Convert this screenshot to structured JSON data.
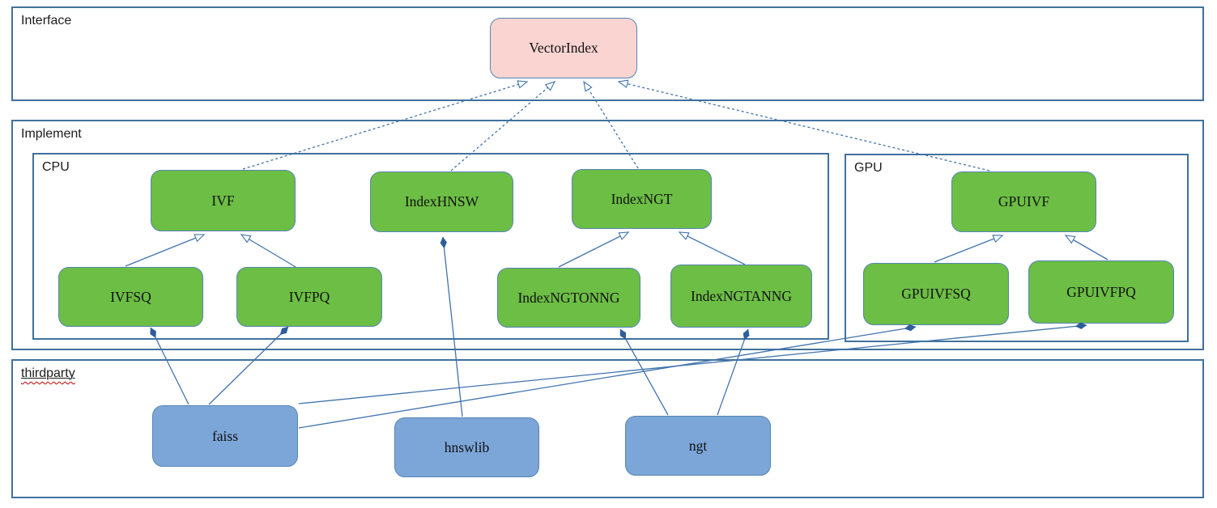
{
  "containers": {
    "interface": {
      "label": "Interface"
    },
    "implement": {
      "label": "Implement"
    },
    "cpu": {
      "label": "CPU"
    },
    "gpu": {
      "label": "GPU"
    },
    "thirdparty": {
      "label": "thirdparty"
    }
  },
  "nodes": {
    "vectorindex": {
      "label": "VectorIndex",
      "container": "interface"
    },
    "ivf": {
      "label": "IVF",
      "container": "cpu"
    },
    "indexhnsw": {
      "label": "IndexHNSW",
      "container": "cpu"
    },
    "indexngt": {
      "label": "IndexNGT",
      "container": "cpu"
    },
    "ivfsq": {
      "label": "IVFSQ",
      "container": "cpu"
    },
    "ivfpq": {
      "label": "IVFPQ",
      "container": "cpu"
    },
    "indexngtonng": {
      "label": "IndexNGTONNG",
      "container": "cpu"
    },
    "indexngtanng": {
      "label": "IndexNGTANNG",
      "container": "cpu"
    },
    "gpuivf": {
      "label": "GPUIVF",
      "container": "gpu"
    },
    "gpuivfsq": {
      "label": "GPUIVFSQ",
      "container": "gpu"
    },
    "gpuivfpq": {
      "label": "GPUIVFPQ",
      "container": "gpu"
    },
    "faiss": {
      "label": "faiss",
      "container": "thirdparty"
    },
    "hnswlib": {
      "label": "hnswlib",
      "container": "thirdparty"
    },
    "ngt": {
      "label": "ngt",
      "container": "thirdparty"
    }
  },
  "edges": [
    {
      "type": "realization",
      "from": "ivf",
      "to": "vectorindex",
      "style": "dashed-hollow-arrow"
    },
    {
      "type": "realization",
      "from": "indexhnsw",
      "to": "vectorindex",
      "style": "dashed-hollow-arrow"
    },
    {
      "type": "realization",
      "from": "indexngt",
      "to": "vectorindex",
      "style": "dashed-hollow-arrow"
    },
    {
      "type": "realization",
      "from": "gpuivf",
      "to": "vectorindex",
      "style": "dashed-hollow-arrow"
    },
    {
      "type": "inheritance",
      "from": "ivfsq",
      "to": "ivf",
      "style": "solid-hollow-arrow"
    },
    {
      "type": "inheritance",
      "from": "ivfpq",
      "to": "ivf",
      "style": "solid-hollow-arrow"
    },
    {
      "type": "inheritance",
      "from": "indexngtonng",
      "to": "indexngt",
      "style": "solid-hollow-arrow"
    },
    {
      "type": "inheritance",
      "from": "indexngtanng",
      "to": "indexngt",
      "style": "solid-hollow-arrow"
    },
    {
      "type": "inheritance",
      "from": "gpuivfsq",
      "to": "gpuivf",
      "style": "solid-hollow-arrow"
    },
    {
      "type": "inheritance",
      "from": "gpuivfpq",
      "to": "gpuivf",
      "style": "solid-hollow-arrow"
    },
    {
      "type": "composition",
      "owner": "ivfsq",
      "part": "faiss",
      "style": "solid-filled-diamond"
    },
    {
      "type": "composition",
      "owner": "ivfpq",
      "part": "faiss",
      "style": "solid-filled-diamond"
    },
    {
      "type": "composition",
      "owner": "indexhnsw",
      "part": "hnswlib",
      "style": "solid-filled-diamond"
    },
    {
      "type": "composition",
      "owner": "indexngtonng",
      "part": "ngt",
      "style": "solid-filled-diamond"
    },
    {
      "type": "composition",
      "owner": "indexngtanng",
      "part": "ngt",
      "style": "solid-filled-diamond"
    },
    {
      "type": "composition",
      "owner": "gpuivfsq",
      "part": "faiss",
      "style": "solid-filled-diamond"
    },
    {
      "type": "composition",
      "owner": "gpuivfpq",
      "part": "faiss",
      "style": "solid-filled-diamond"
    }
  ],
  "colors": {
    "interface_node_fill": "#F9D4D1",
    "class_node_fill": "#6CBE45",
    "thirdparty_node_fill": "#7CA6D8",
    "node_border": "#5585B5",
    "container_border": "#41719C",
    "connector": "#4173AD",
    "diamond_fill": "#2E5D9C",
    "spellcheck_squiggle": "#C00000"
  }
}
